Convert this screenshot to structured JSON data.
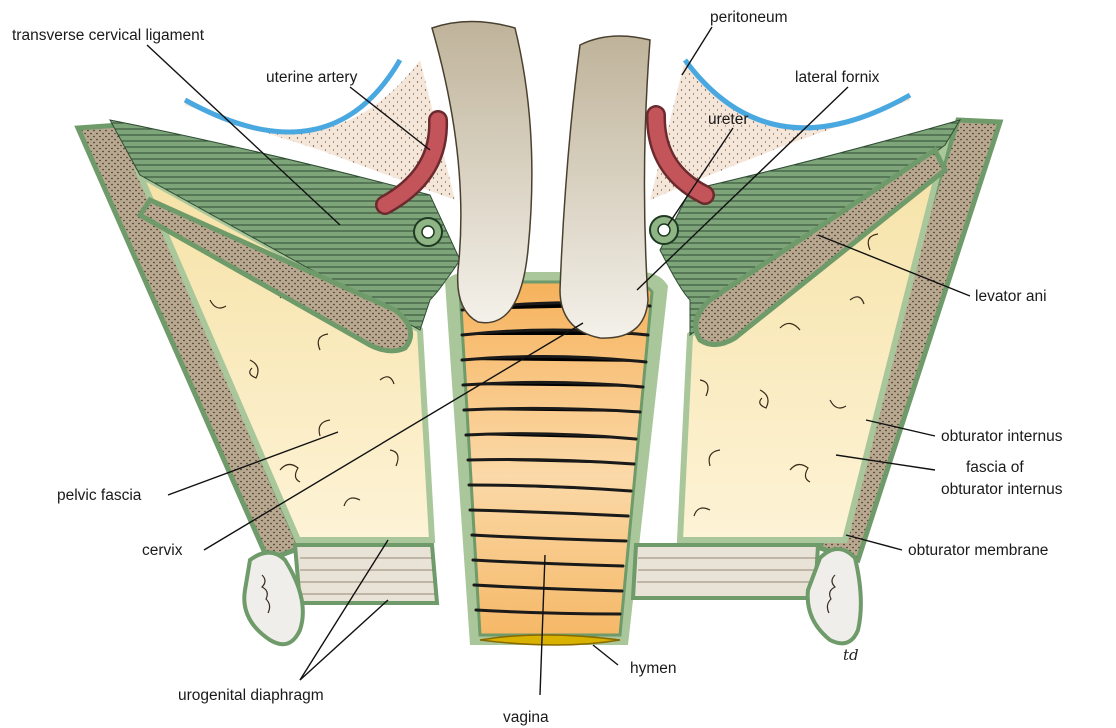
{
  "labels": {
    "transverse_cervical_ligament": "transverse cervical ligament",
    "uterine_artery": "uterine artery",
    "peritoneum": "peritoneum",
    "lateral_fornix": "lateral fornix",
    "ureter": "ureter",
    "levator_ani": "levator ani",
    "obturator_internus": "obturator internus",
    "fascia_line1": "fascia of",
    "fascia_line2": "obturator internus",
    "obturator_membrane": "obturator membrane",
    "pelvic_fascia": "pelvic fascia",
    "cervix": "cervix",
    "urogenital_diaphragm": "urogenital diaphragm",
    "hymen": "hymen",
    "vagina": "vagina",
    "signature": "td"
  },
  "colors": {
    "muscle_green": "#6f9a6a",
    "fascia_green": "#a9c79a",
    "fat_yellow": "#fbeec2",
    "bone_brown": "#c9b8a0",
    "vagina_orange": "#f9c47f",
    "peritoneum_blue": "#4aa8e0",
    "artery_red": "#c2545a",
    "cervix_tan": "#cfc6b2",
    "stipple_pink": "#f4e4d8"
  }
}
